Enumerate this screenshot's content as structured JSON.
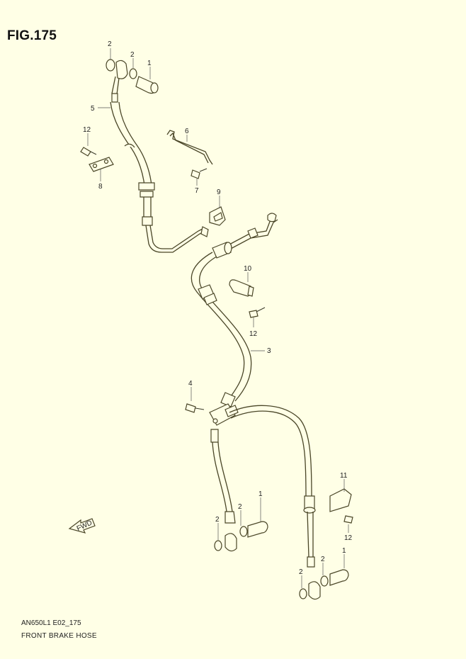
{
  "figure": {
    "title": "FIG.175",
    "code": "AN650L1 E02_175",
    "caption": "FRONT BRAKE HOSE",
    "arrow_label": "FWD"
  },
  "callouts": {
    "c2a": "2",
    "c2b": "2",
    "c1a": "1",
    "c5": "5",
    "c12a": "12",
    "c8": "8",
    "c6": "6",
    "c7": "7",
    "c9": "9",
    "c10": "10",
    "c12b": "12",
    "c3": "3",
    "c4": "4",
    "c1b": "1",
    "c2c": "2",
    "c2d": "2",
    "c11": "11",
    "c12c": "12",
    "c1c": "1",
    "c2e": "2",
    "c2f": "2"
  },
  "colors": {
    "background": "#ffffe6",
    "line": "#4a4628"
  }
}
